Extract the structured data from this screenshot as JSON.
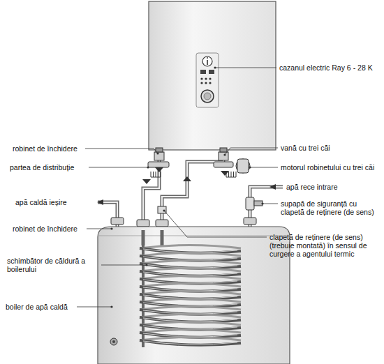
{
  "diagram": {
    "labels": [
      "cazanul electric Ray 6 - 28 K",
      "robinet de închidere",
      "vană cu trei căi",
      "partea de distribuție",
      "motorul robinetului cu trei căi",
      "apă rece intrare",
      "apă caldă ieșire",
      "supapă de siguranță cu clapetă de reținere (de sens)",
      "robinet de închidere",
      "clapetă de reținere (de sens) (trebuie montată) în sensul de curgere a agentului termic",
      "schimbător de căldură a boilerului",
      "boiler de apă caldă"
    ]
  }
}
